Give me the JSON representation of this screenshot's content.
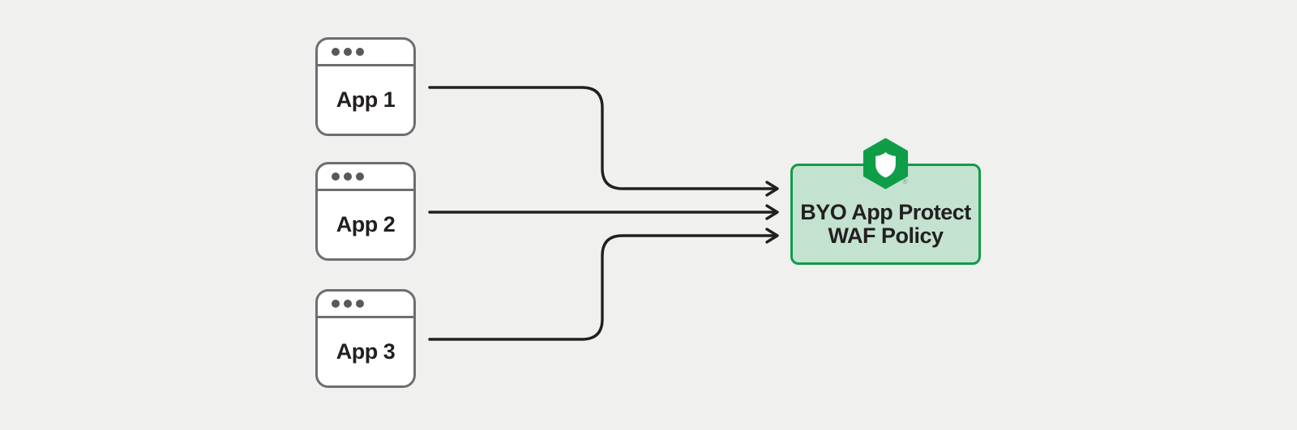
{
  "apps": [
    {
      "label": "App 1"
    },
    {
      "label": "App 2"
    },
    {
      "label": "App 3"
    }
  ],
  "waf_box": {
    "label_line1": "BYO App Protect",
    "label_line2": "WAF Policy",
    "registered_mark": "®"
  },
  "icons": {
    "shield": "hexagon-shield-icon",
    "window_controls": "three-dots"
  },
  "colors": {
    "background": "#f0f0ef",
    "window_border": "#6d6e71",
    "window_dot": "#58595b",
    "text": "#231f20",
    "arrow": "#231f20",
    "green": "#0f9d47",
    "box_fill": "#c4e2d0",
    "reg_mark": "#7fa58e"
  }
}
